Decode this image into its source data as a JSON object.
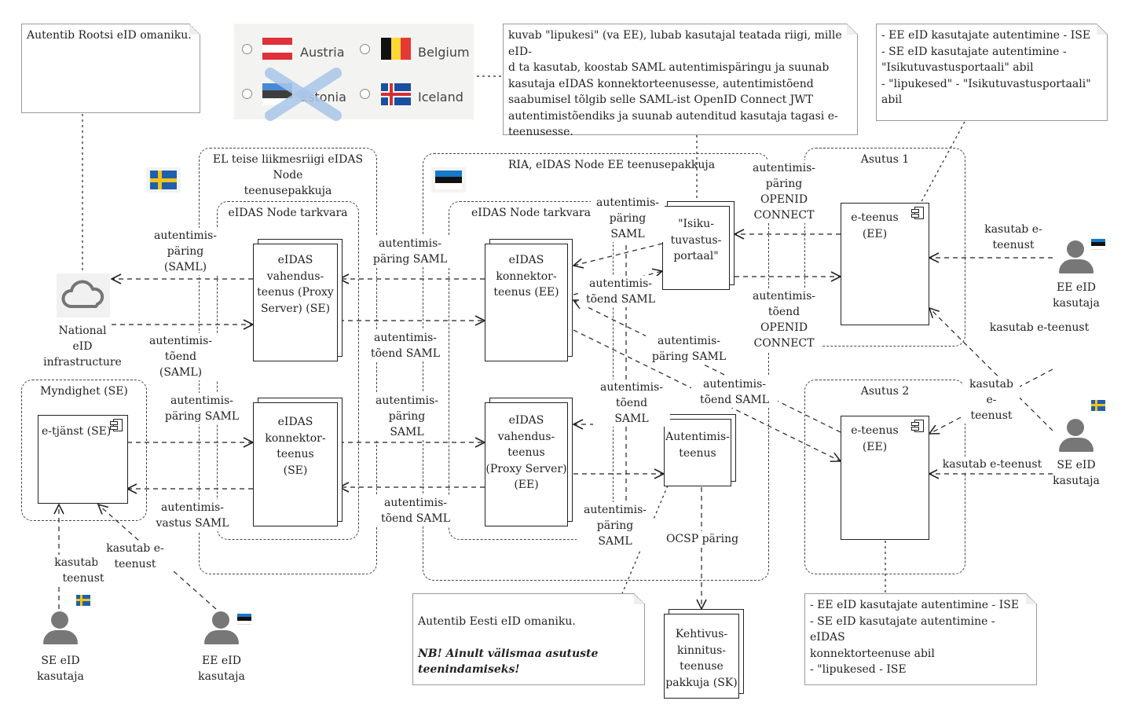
{
  "notes": {
    "se_owner": "Autentib Rootsi eID omaniku.",
    "ee_portal": "kuvab \"lipukesi\" (va EE), lubab kasutajal teatada riigi, mille eID-\nd ta kasutab, koostab SAML autentimispäringu ja suunab\nkasutaja eIDAS konnektorteenusesse, autentimistõend\nsaabumisel tõlgib selle SAML-ist OpenID Connect JWT\nautentimistõendiks ja suunab autenditud kasutaja tagasi e-\nteenusesse.",
    "asutus1": "- EE eID kasutajate autentimine - ISE\n- SE eID kasutajate autentimine -\n\"Isikutuvastusportaali\" abil\n- \"lipukesed\" - \"Isikutuvastusportaali\"\nabil",
    "ee_owner_line1": "Autentib Eesti eID omaniku.",
    "ee_owner_line2": "NB! Ainult välismaa asutuste\nteenindamiseks!",
    "asutus2": "- EE eID kasutajate autentimine - ISE\n- SE eID kasutajate autentimine - eIDAS\nkonnektorteenuse abil\n- \"lipukesed - ISE"
  },
  "country_picker": {
    "items": [
      {
        "label": "Austria",
        "colors": [
          "#e0303a",
          "#ffffff",
          "#e0303a"
        ]
      },
      {
        "label": "Belgium",
        "colors": [
          "#111111",
          "#fdd835",
          "#e53935"
        ]
      },
      {
        "label": "Estonia",
        "colors": [
          "#1e6fcf",
          "#111111",
          "#ffffff"
        ]
      },
      {
        "label": "Iceland",
        "colors": [
          "#1a4fa0",
          "#ffffff",
          "#d32f2f"
        ]
      }
    ]
  },
  "frames": {
    "el_member": "EL teise liikmesriigi eIDAS Node\nteenusepakkuja",
    "el_node_sw": "eIDAS Node tarkvara",
    "ria": "RIA, eIDAS Node EE teenusepakkuja",
    "ria_node_sw": "eIDAS Node tarkvara",
    "asutus1": "Asutus 1",
    "asutus2": "Asutus 2",
    "myndighet": "Myndighet (SE)"
  },
  "nodes": {
    "se_proxy": "eIDAS\nvahendus-\nteenus (Proxy\nServer) (SE)",
    "se_connector": "eIDAS\nkonnektor-\nteenus\n(SE)",
    "ee_connector": "eIDAS\nkonnektor-\nteenus (EE)",
    "ee_proxy": "eIDAS\nvahendus-\nteenus\n(Proxy Server)\n(EE)",
    "portal": "\"Isiku-\ntuvastus-\nportaal\"",
    "auth_service": "Autentimis-\nteenus",
    "sk": "Kehtivus-\nkinnitus-\nteenuse\npakkuja (SK)"
  },
  "components": {
    "eteenus1": "e-teenus\n(EE)",
    "eteenus2": "e-teenus\n(EE)",
    "etjanst": "e-tjänst (SE)"
  },
  "national_eid": "National\neID\ninfrastructure",
  "actors": {
    "ee_right": "EE eID\nkasutaja",
    "se_right": "SE eID\nkasutaja",
    "se_bottom": "SE eID\nkasutaja",
    "ee_bottom": "EE eID\nkasutaja"
  },
  "labels": {
    "l1": "autentimis-\npäring\n(SAML)",
    "l2": "autentimis-\ntõend\n(SAML)",
    "l3": "autentimis-\npäring SAML",
    "l4": "autentimis-\nvastus SAML",
    "l5": "autentimis-\npäring SAML",
    "l6": "autentimis-\ntõend SAML",
    "l7": "autentimis-\npäring\nSAML",
    "l8": "autentimis-\ntõend SAML",
    "l9": "autentimis-\npäring\nSAML",
    "l10": "autentimis-\ntõend SAML",
    "l11": "autentimis-\npäring\nOPENID\nCONNECT",
    "l12": "autentimis-\ntõend\nOPENID\nCONNECT",
    "l13": "autentimis-\npäring SAML",
    "l14": "autentimis-\ntõend SAML",
    "l15": "autentimis-\ntõend\nSAML",
    "l16": "autentimis-\npäring\nSAML",
    "l17": "OCSP päring",
    "l18": "kasutab e-\nteenust",
    "l19": "kasutab e-teenust",
    "l20": "kasutab\ne-\nteenust",
    "l21": "kasutab e-teenust",
    "l22": "kasutab e-\nteenust",
    "l23": "kasutab e-\nteenust"
  },
  "colors": {
    "se_flag_blue": "#1f5fae",
    "se_flag_yellow": "#f3c21b",
    "ee_flag_blue": "#1679c9",
    "cloud": "#757575"
  }
}
